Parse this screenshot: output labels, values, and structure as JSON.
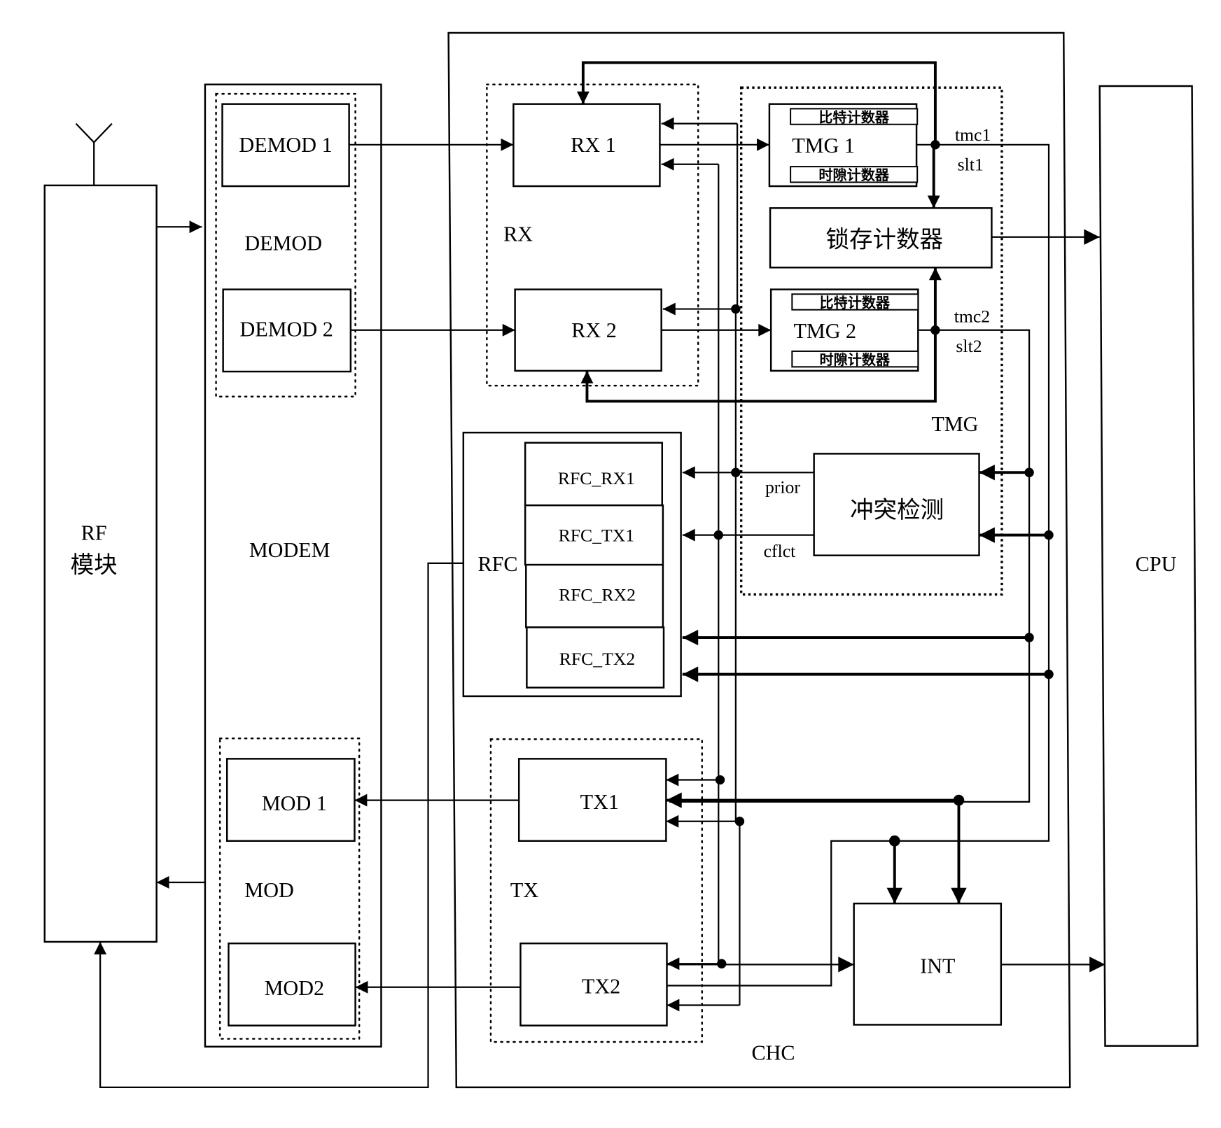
{
  "diagram": {
    "blocks": {
      "rf": {
        "line1": "RF",
        "line2": "模块"
      },
      "modem": "MODEM",
      "demod_group": "DEMOD",
      "demod1": "DEMOD 1",
      "demod2": "DEMOD 2",
      "mod_group": "MOD",
      "mod1": "MOD 1",
      "mod2": "MOD2",
      "chc": "CHC",
      "rx_group": "RX",
      "rx1": "RX 1",
      "rx2": "RX 2",
      "tmg_group": "TMG",
      "tmg1": "TMG 1",
      "tmg2": "TMG 2",
      "bit_counter": "比特计数器",
      "slot_counter": "时隙计数器",
      "latch_counter": "锁存计数器",
      "collision_detect": "冲突检测",
      "rfc": "RFC",
      "rfc_rx1": "RFC_RX1",
      "rfc_tx1": "RFC_TX1",
      "rfc_rx2": "RFC_RX2",
      "rfc_tx2": "RFC_TX2",
      "tx_group": "TX",
      "tx1": "TX1",
      "tx2": "TX2",
      "int": "INT",
      "cpu": "CPU"
    },
    "signals": {
      "tmc1": "tmc1",
      "slt1": "slt1",
      "tmc2": "tmc2",
      "slt2": "slt2",
      "prior": "prior",
      "cflct": "cflct"
    },
    "icons": {
      "antenna": "antenna-icon"
    }
  }
}
